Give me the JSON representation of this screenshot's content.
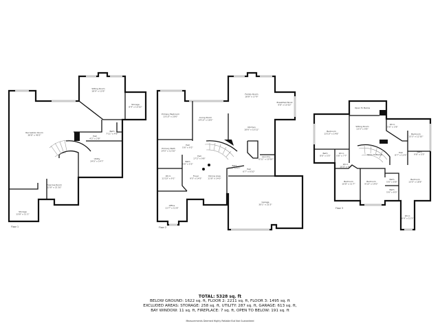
{
  "floors": [
    {
      "label": "Floor 1",
      "rooms": [
        {
          "name": "Recreation Room",
          "dims": "38'8\" x 40'2\""
        },
        {
          "name": "Sitting Room",
          "dims": "18'9\" x 13'9\""
        },
        {
          "name": "Storage",
          "dims": "8'4\" x 10'10\""
        },
        {
          "name": "Bath",
          "dims": "7'11\" x 4'9\""
        },
        {
          "name": "Hall",
          "dims": "4'2\" x 2'8\""
        },
        {
          "name": "Utility",
          "dims": "24'0\" x 14'7\""
        },
        {
          "name": "Exercise Room",
          "dims": "12'8\" x 21'10\""
        },
        {
          "name": "Storage",
          "dims": "13'8\" x 11'1\""
        }
      ]
    },
    {
      "label": "Floor 2",
      "rooms": [
        {
          "name": "Primary Bedroom",
          "dims": "13'10\" x 20'0\""
        },
        {
          "name": "Living Room",
          "dims": "14'10\" x 16'0\""
        },
        {
          "name": "Family Room",
          "dims": "18'8\" x 17'9\""
        },
        {
          "name": "Breakfast Nook",
          "dims": "9'8\" x 10'10\""
        },
        {
          "name": "Kitchen",
          "dims": "18'6\" x 15'11\""
        },
        {
          "name": "Primary Bath",
          "dims": "14'0\" x 12'10\""
        },
        {
          "name": "Hall",
          "dims": "5'6\" x 9'2\""
        },
        {
          "name": "Bath",
          "dims": "5'6\" x 5'2\""
        },
        {
          "name": "Hall",
          "dims": "17'2\" x 9'8\""
        },
        {
          "name": "Bath",
          "dims": "5'11\" x 4'7\""
        },
        {
          "name": "Hall",
          "dims": "6'7\" x 6'10\""
        },
        {
          "name": "Laundry",
          "dims": "6'11\" x 10'10\""
        },
        {
          "name": "W.I.C.",
          "dims": "11'10\" x 9'1\""
        },
        {
          "name": "Foyer",
          "dims": "9'5\" x 14'5\""
        },
        {
          "name": "Dining Area",
          "dims": "11'8\" x 14'0\""
        },
        {
          "name": "Office",
          "dims": "11'7\" x 11'8\""
        },
        {
          "name": "Garage",
          "dims": "30'1\" x 21'5\""
        }
      ]
    },
    {
      "label": "Floor 3",
      "rooms": [
        {
          "name": "Open To Below",
          "dims": ""
        },
        {
          "name": "Bedroom",
          "dims": "13'10\" x 14'8\""
        },
        {
          "name": "Sitting Room",
          "dims": "13'3\" x 9'6\""
        },
        {
          "name": "W.I.C.",
          "dims": "5'6\" x 3'6\""
        },
        {
          "name": "Bedroom",
          "dims": "13'3\" x 12'10\""
        },
        {
          "name": "Bath",
          "dims": "8'6\" x 5'5\""
        },
        {
          "name": "W.I.C.",
          "dims": "5'6\" x 7'7\""
        },
        {
          "name": "Bath",
          "dims": "9'8\" x 5'5\""
        },
        {
          "name": "Open To Below",
          "dims": ""
        },
        {
          "name": "Hall",
          "dims": "8'7\" x 13'5\""
        },
        {
          "name": "W.I.C.",
          "dims": "10'0\" x 4'6\""
        },
        {
          "name": "Bedroom",
          "dims": "10'8\" x 11'7\""
        },
        {
          "name": "Bedroom",
          "dims": "9'10\" x 14'0\""
        },
        {
          "name": "Bath",
          "dims": "5'6\" x 8'8\""
        },
        {
          "name": "Bath",
          "dims": "5'6\" x 8'0\""
        },
        {
          "name": "Bedroom",
          "dims": "13'0\" x 18'8\""
        },
        {
          "name": "W.I.C.",
          "dims": "6'4\" x 11'5\""
        }
      ]
    }
  ],
  "summary": {
    "total": "TOTAL: 5328 sq. ft",
    "line1": "BELOW GROUND: 1622 sq. ft, FLOOR 2: 2211 sq. ft, FLOOR 3: 1495 sq. ft",
    "line2": "EXCLUDED AREAS: STORAGE: 258 sq. ft, UTILITY: 287 sq. ft, GARAGE: 613 sq. ft,",
    "line3": "BAY WINDOW: 11 sq. ft, FIREPLACE: 7 sq. ft, OPEN TO BELOW: 191 sq. ft",
    "disclaimer": "Measurements Deemed Highly Reliable But Not Guaranteed"
  }
}
